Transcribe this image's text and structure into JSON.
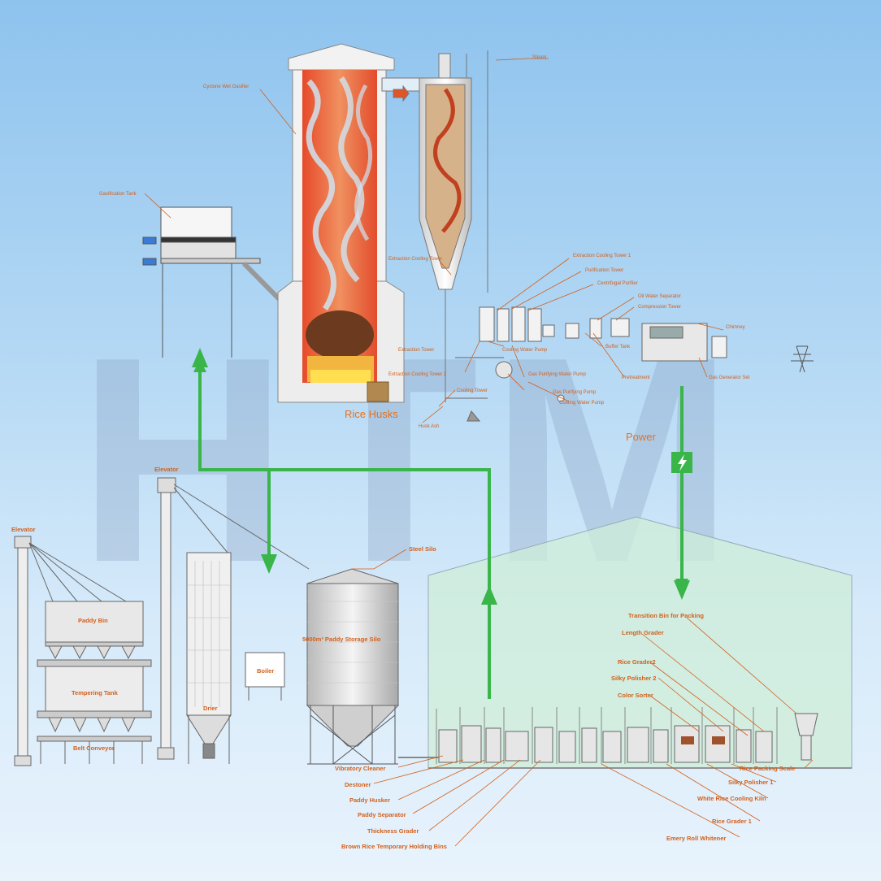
{
  "watermark": "HTM",
  "top_labels": {
    "steam": "Steam",
    "furnace": "Cyclone Wet Gasifier",
    "gas_tank": "Gasification Tank",
    "ext_cooling_tower1": "Extraction Cooling Tower",
    "ext_cooling_tower1_right": "Extraction Cooling Tower 1",
    "purification_tower": "Purification Tower",
    "centrifugal_purifier": "Centrifugal Purifier",
    "oil_water_separator": "Oil Water Separator",
    "compressor_tower": "Compression Tower",
    "gas_tank_right": "Buffer Tank",
    "extraction_tower": "Extraction Tower",
    "ext_cooling_tower2": "Extraction Cooling Tower 2",
    "cooling_water_pump": "Cooling Water Pump",
    "gas_purifying_pump": "Gas Purifying Water Pump",
    "gas_purifying_pump2": "Gas Purifying Pump",
    "cooling_tower": "Cooling Tower",
    "cooling_water_pump2": "Cooling Water Pump",
    "pretreat": "Pretreatment",
    "chimney": "Chimney",
    "gas_generator": "Gas Generator Set",
    "ash": "Husk Ash",
    "rice_husks": "Rice Husks",
    "power": "Power"
  },
  "left_labels": {
    "elevator_left": "Elevator",
    "elevator_mid": "Elevator",
    "paddy_bin": "Paddy Bin",
    "tempering": "Tempering Tank",
    "self_conveyor": "Belt Conveyor",
    "dryer": "Drier",
    "boiler": "Boiler",
    "steel_silo": "Steel Silo",
    "storage_silo": "5000m³ Paddy Storage Silo"
  },
  "mill_labels_right": [
    "Transition Bin for Packing",
    "Length Grader",
    "Rice Grader2",
    "Silky Polisher 2",
    "Color Sorter"
  ],
  "mill_labels_bottom_right": [
    "Rice Packing Scale",
    "Silky Polisher 1",
    "White Rice Cooling Kiln",
    "Rice Grader 1",
    "Emery Roll Whitener"
  ],
  "mill_labels_bottom_left": [
    "Vibratory Cleaner",
    "Destoner",
    "Paddy Husker",
    "Paddy Separator",
    "Thickness Grader",
    "Brown Rice Temporary Holding Bins"
  ],
  "colors": {
    "flow_arrow": "#39b54a",
    "label": "#d2601c",
    "furnace": "#e0542a",
    "building": "#cfeed8"
  }
}
